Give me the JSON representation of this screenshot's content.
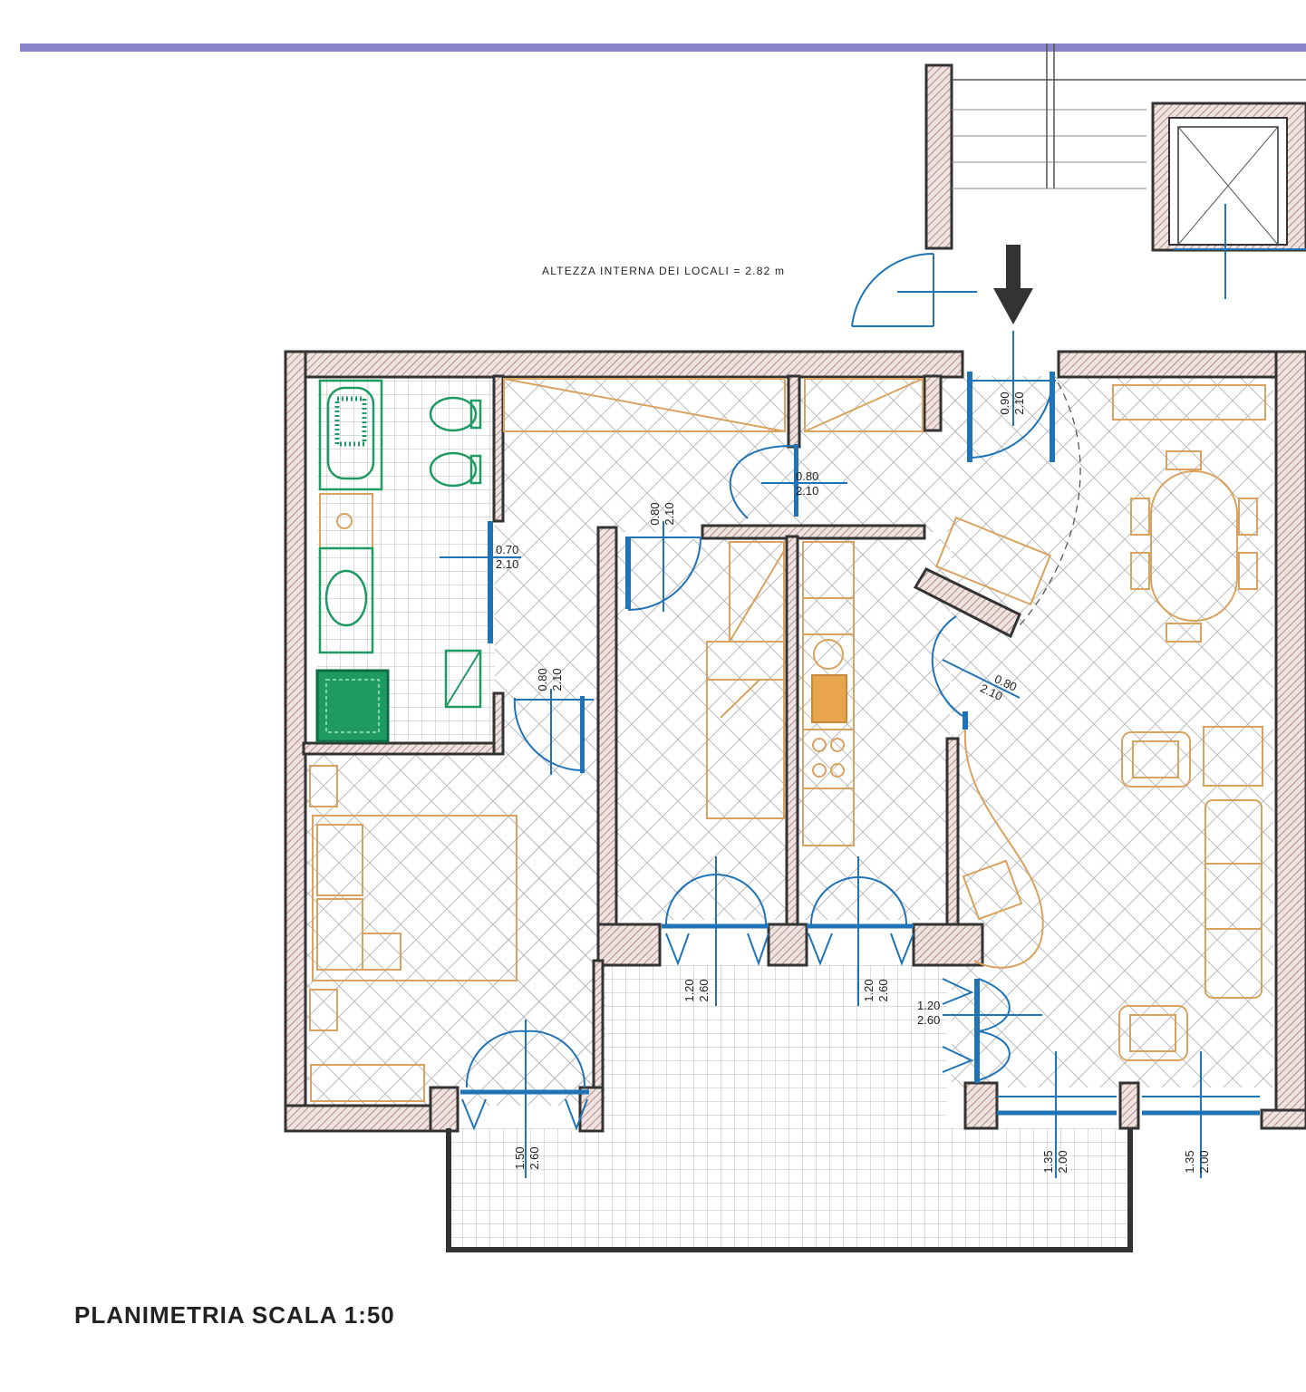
{
  "note": "ALTEZZA INTERNA DEI LOCALI = 2.82 m",
  "title": "PLANIMETRIA SCALA 1:50",
  "openings": [
    {
      "w": "0.90",
      "h": "2.10"
    },
    {
      "w": "0.80",
      "h": "2.10"
    },
    {
      "w": "0.80",
      "h": "2.10"
    },
    {
      "w": "0.70",
      "h": "2.10"
    },
    {
      "w": "0.80",
      "h": "2.10"
    },
    {
      "w": "0.80",
      "h": "2.10"
    },
    {
      "w": "1.20",
      "h": "2.60"
    },
    {
      "w": "1.20",
      "h": "2.60"
    },
    {
      "w": "1.20",
      "h": "2.60"
    },
    {
      "w": "1.50",
      "h": "2.60"
    },
    {
      "w": "1.35",
      "h": "2.00"
    },
    {
      "w": "1.35",
      "h": "2.00"
    }
  ],
  "colors": {
    "header_bar": "#8a84c9",
    "wall_hatch": "#b38a8a",
    "furniture": "#d9a25f",
    "sanitary": "#1f9a62",
    "doors": "#1f73b7",
    "floor_pattern": "#bcbcbc"
  }
}
